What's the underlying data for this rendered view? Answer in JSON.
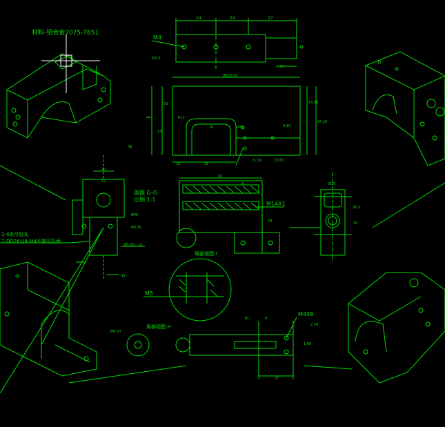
{
  "drawing": {
    "material_note": "材料-铝合金7075-T651",
    "section_gg_title": "剖面 G-G",
    "section_gg_scale": "比例 1:1",
    "detail_i_label": "局部视图 I",
    "detail_h_label": "局部视图 H",
    "left_note": "1-4处可钻孔\n2-DD26分4-M4不需沉孔面",
    "section_letter": "G",
    "thread_labels": [
      "M4",
      "M14X1",
      "M5",
      "M4X6"
    ],
    "dimensions": {
      "top_24a": "24",
      "top_24b": "24",
      "top_27": "27",
      "top_19": "19",
      "top_phi": "Ø3.3",
      "front_width": "98±0.02",
      "front_50": "50",
      "front_44": "44",
      "front_36": "36",
      "front_16": "16",
      "front_r12": "R12",
      "front_r15": "R15",
      "front_21": "21.50",
      "front_23": "23.60",
      "front_410": "4.10",
      "front_14": "14",
      "front_10": "10",
      "front_14_50": "14.50",
      "front_right_side": "34.10",
      "section_62": "62",
      "section_4": "4",
      "section_18": "18",
      "side_phi10": "Ø10",
      "side_phi12": "Ø12",
      "side_16": "16",
      "left_20": "20",
      "left_12": "12",
      "left_phi": "Ø3.30",
      "left_phi40": "Ø40",
      "detail_phi": "Ø1.50",
      "detail_10": "10",
      "br_phi": "Ø6.50",
      "br_27": "27",
      "br_30": "30",
      "br_8": "8",
      "br_2_50": "2.50",
      "br_1_60": "1.60"
    }
  }
}
